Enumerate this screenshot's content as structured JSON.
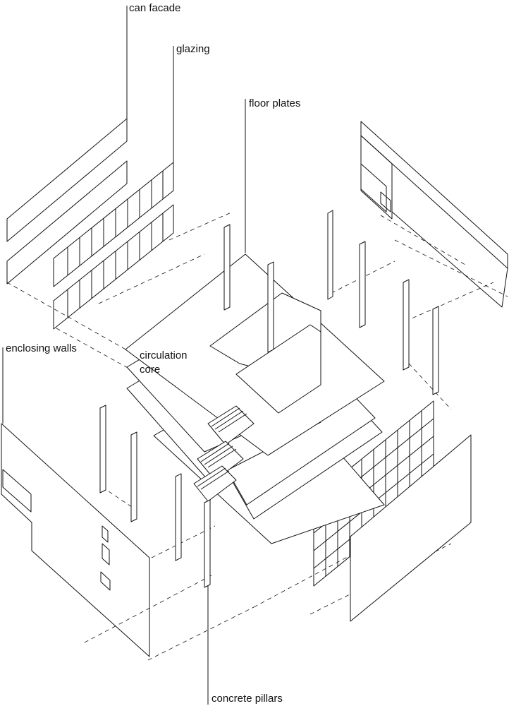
{
  "labels": {
    "can_facade": "can facade",
    "glazing": "glazing",
    "floor_plates": "floor plates",
    "enclosing_walls": "enclosing walls",
    "circulation_core_line1": "circulation",
    "circulation_core_line2": "core",
    "concrete_pillars": "concrete pillars"
  },
  "colors": {
    "ink": "#111111",
    "background": "#ffffff"
  }
}
